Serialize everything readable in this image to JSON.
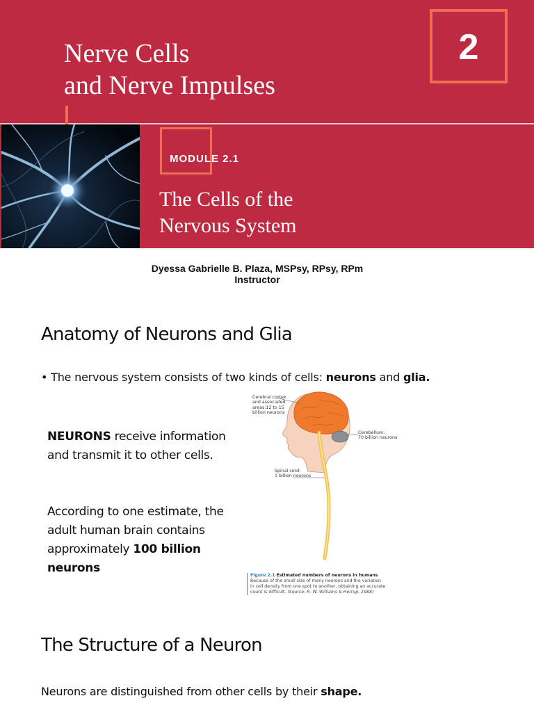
{
  "banner": {
    "chapter_title_line1": "Nerve Cells",
    "chapter_title_line2": "and Nerve Impulses",
    "chapter_number": "2",
    "module_label": "MODULE 2.1",
    "module_title_line1": "The Cells of the",
    "module_title_line2": "Nervous System",
    "colors": {
      "background": "#bd2a42",
      "accent": "#ee6f52",
      "text": "#ffffff"
    }
  },
  "author": {
    "name": "Dyessa Gabrielle B. Plaza, MSPsy, RPsy, RPm",
    "role": "Instructor"
  },
  "section1": {
    "heading": "Anatomy of Neurons and Glia",
    "bullet": {
      "prefix": "The nervous system consists of two kinds of cells: ",
      "term1": "neurons",
      "conj": " and ",
      "term2": "glia."
    },
    "para1": {
      "term": "NEURONS",
      "text": " receive information and  transmit it to other cells."
    },
    "para2": {
      "text": "According to one estimate, the adult human brain contains approximately ",
      "bold": "100 billion neurons"
    }
  },
  "figure": {
    "label_cortex": [
      "Cerebral cortex",
      "and associated",
      "areas:12 to 15",
      "billion neurons"
    ],
    "label_cerebellum": [
      "Cerebellum:",
      "70 billion neurons"
    ],
    "label_spinal": [
      "Spinal cord:",
      "1 billion neurons"
    ],
    "caption_number": "Figure 2.1",
    "caption_title": "Estimated numbers of neurons in humans",
    "caption_body": "Because of the small size of many neurons and the variation in cell density from one spot to another, obtaining an accurate count is difficult.",
    "caption_source": "(Source: R. W. Williams & Herrup, 1988)"
  },
  "section2": {
    "heading": "The Structure of a Neuron",
    "text": "Neurons are distinguished from other cells by their ",
    "bold": "shape."
  }
}
